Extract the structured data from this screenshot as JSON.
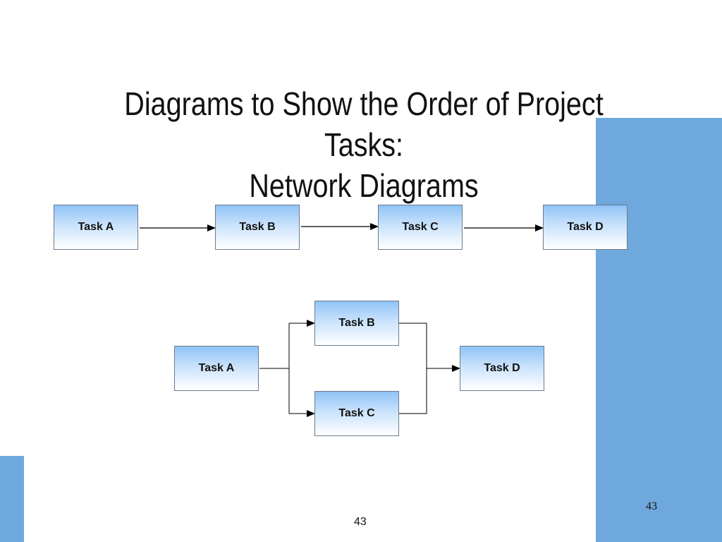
{
  "slide": {
    "title_line1": "Diagrams to Show the Order of Project Tasks:",
    "title_line2": "Network Diagrams",
    "page_number_right": "43",
    "page_number_center": "43"
  },
  "diagram_sequential": {
    "nodes": [
      "Task A",
      "Task B",
      "Task C",
      "Task D"
    ]
  },
  "diagram_parallel": {
    "nodes": [
      "Task A",
      "Task B",
      "Task C",
      "Task D"
    ]
  },
  "colors": {
    "accent": "#6fa8dc",
    "box_top": "#8fc3f7",
    "box_border": "#6b7b8c"
  }
}
